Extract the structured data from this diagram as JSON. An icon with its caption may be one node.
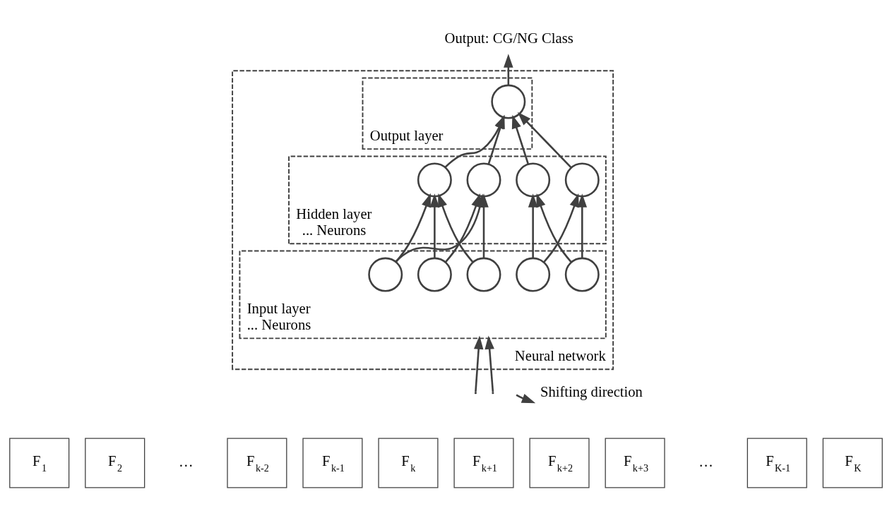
{
  "diagram": {
    "nodes": [
      {
        "text": [
          "Output: CG/NG Class"
        ]
      },
      {
        "text": [],
        "shape": "box",
        "beside": [
          "Neural network"
        ]
      },
      {
        "text": [
          "Output layer"
        ],
        "in": 1
      },
      {
        "text": [],
        "shape": "circle",
        "in": 2
      },
      {
        "text": [
          "Hidden layer",
          "... Neurons"
        ],
        "in": 1
      },
      {
        "text": [],
        "shape": "circle",
        "in": 4
      },
      {
        "text": [],
        "shape": "circle",
        "in": 4
      },
      {
        "text": [],
        "shape": "circle",
        "in": 4
      },
      {
        "text": [],
        "shape": "circle",
        "in": 4
      },
      {
        "text": [
          "Input layer",
          "... Neurons"
        ],
        "in": 1
      },
      {
        "text": [],
        "shape": "circle",
        "in": 9
      },
      {
        "text": [],
        "shape": "circle",
        "in": 9
      },
      {
        "text": [],
        "shape": "circle",
        "in": 9
      },
      {
        "text": [],
        "shape": "circle",
        "in": 9
      },
      {
        "text": [],
        "shape": "circle",
        "in": 9
      },
      {
        "text": [
          "F$_{1}$"
        ]
      },
      {
        "text": [
          "F$_{2}$"
        ]
      },
      {
        "text": [
          "F$_{k-2}$"
        ]
      },
      {
        "text": [
          "F$_{k-1}$"
        ]
      },
      {
        "text": [
          "F$_{k}$"
        ]
      },
      {
        "text": [
          "F$_{k+1}$"
        ]
      },
      {
        "text": [
          "F$_{k+2}$"
        ]
      },
      {
        "text": [
          "F$_{k+3}$"
        ]
      },
      {
        "text": [
          "F$_{K-1}$"
        ]
      },
      {
        "text": [
          "F$_{K}$"
        ]
      }
    ],
    "edges": [
      {
        "from": 3,
        "to": 0,
        "arrow": "to"
      },
      {
        "from": 5,
        "to": 3,
        "arrow": "to"
      },
      {
        "from": 6,
        "to": 3,
        "arrow": "to"
      },
      {
        "from": 7,
        "to": 3,
        "arrow": "to"
      },
      {
        "from": 8,
        "to": 3,
        "arrow": "to"
      },
      {
        "from": 10,
        "to": 5,
        "arrow": "to"
      },
      {
        "from": 10,
        "to": 6,
        "arrow": "to"
      },
      {
        "from": 11,
        "to": 5,
        "arrow": "to"
      },
      {
        "from": 11,
        "to": 6,
        "arrow": "to"
      },
      {
        "from": 12,
        "to": 5,
        "arrow": "to"
      },
      {
        "from": 12,
        "to": 6,
        "arrow": "to"
      },
      {
        "from": 13,
        "to": 7,
        "arrow": "to"
      },
      {
        "from": 13,
        "to": 8,
        "arrow": "to"
      },
      {
        "from": 14,
        "to": 7,
        "arrow": "to"
      },
      {
        "from": 14,
        "to": 8,
        "arrow": "to"
      },
      {
        "from": null,
        "to": 9,
        "arrow": "to"
      },
      {
        "from": null,
        "to": 9,
        "arrow": "to"
      }
    ],
    "labels": [
      "Shifting direction",
      "…",
      "…"
    ]
  }
}
